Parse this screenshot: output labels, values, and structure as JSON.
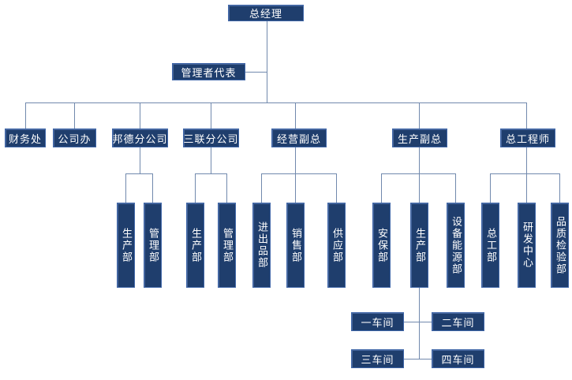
{
  "colors": {
    "background": "#ffffff",
    "node_fill": "#1f3e6d",
    "node_border": "#3f66a8",
    "node_text": "#ffffff",
    "connector": "#7189ad"
  },
  "org": {
    "root": {
      "label": "总经理"
    },
    "management_rep": {
      "label": "管理者代表"
    },
    "departments": [
      {
        "label": "财务处"
      },
      {
        "label": "公司办"
      },
      {
        "label": "邦德分公司",
        "children": [
          {
            "label": "生产部"
          },
          {
            "label": "管理部"
          }
        ]
      },
      {
        "label": "三联分公司",
        "children": [
          {
            "label": "生产部"
          },
          {
            "label": "管理部"
          }
        ]
      },
      {
        "label": "经营副总",
        "children": [
          {
            "label": "进出品部"
          },
          {
            "label": "销售部"
          },
          {
            "label": "供应部"
          }
        ]
      },
      {
        "label": "生产副总",
        "children": [
          {
            "label": "安保部"
          },
          {
            "label": "生产部",
            "children": [
              {
                "label": "一车间"
              },
              {
                "label": "二车间"
              },
              {
                "label": "三车间"
              },
              {
                "label": "四车间"
              }
            ]
          },
          {
            "label": "设备能源部"
          }
        ]
      },
      {
        "label": "总工程师",
        "children": [
          {
            "label": "总工部"
          },
          {
            "label": "研发中心"
          },
          {
            "label": "品质检验部"
          }
        ]
      }
    ]
  }
}
